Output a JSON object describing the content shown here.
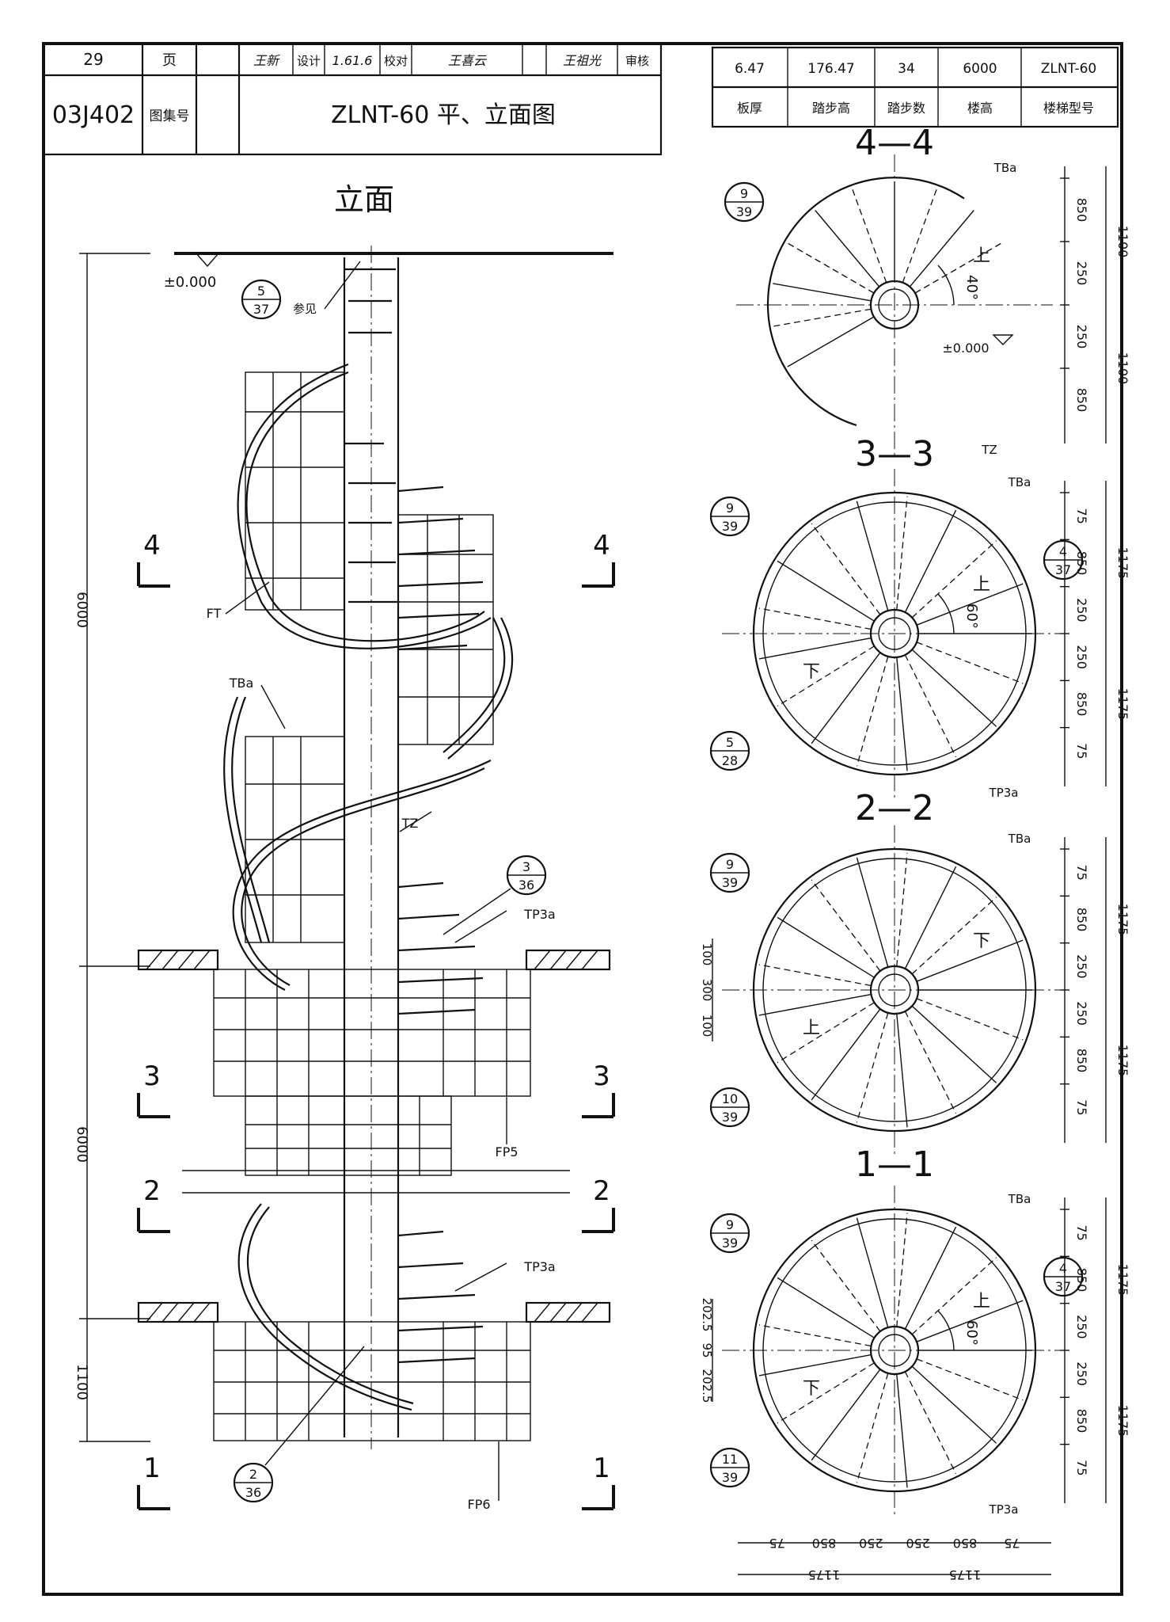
{
  "title_block": {
    "drawing_title": "ZLNT-60 平、立面图",
    "atlas_label": "图集号",
    "atlas_number": "03J402",
    "page_label": "页",
    "page_number": "29",
    "review_label": "审核",
    "check_label": "校对",
    "design_label": "设计",
    "signatures": [
      "王祖光",
      "王喜云",
      "1.61.6",
      "王新"
    ]
  },
  "spec_table": {
    "headers": [
      "楼梯型号",
      "楼高",
      "踏步数",
      "踏步高",
      "板厚"
    ],
    "row": [
      "ZLNT-60",
      "6000",
      "34",
      "176.47",
      "6.47"
    ]
  },
  "elevation": {
    "title": "立面",
    "level_mark": "±0.000",
    "ref_note": "参见",
    "dimensions": [
      "6000",
      "6000",
      "1100"
    ],
    "labels": [
      "FT",
      "TBa",
      "TZ",
      "TP3a",
      "FP5",
      "TP3a",
      "FP6"
    ],
    "section_marks": [
      "4",
      "4",
      "3",
      "3",
      "2",
      "2",
      "1",
      "1"
    ],
    "callouts": [
      {
        "top": "5",
        "bottom": "37"
      },
      {
        "top": "3",
        "bottom": "36"
      },
      {
        "top": "2",
        "bottom": "36"
      }
    ]
  },
  "plans": [
    {
      "title": "4—4",
      "angle": "40°",
      "arrow": "上",
      "labels": [
        "TBa",
        "TZ"
      ],
      "level_mark": "±0.000",
      "callouts": [
        {
          "top": "9",
          "bottom": "39"
        }
      ],
      "dims_right": [
        "850",
        "250",
        "250",
        "850"
      ],
      "dims_total": [
        "1100",
        "1100"
      ]
    },
    {
      "title": "3—3",
      "angle": "60°",
      "arrows": [
        "上",
        "下"
      ],
      "labels": [
        "TBa",
        "TP3a"
      ],
      "callouts": [
        {
          "top": "9",
          "bottom": "39"
        },
        {
          "top": "4",
          "bottom": "37"
        },
        {
          "top": "5",
          "bottom": "28"
        }
      ],
      "dims_right": [
        "75",
        "850",
        "250",
        "250",
        "850",
        "75"
      ],
      "dims_total": [
        "1175",
        "1175"
      ]
    },
    {
      "title": "2—2",
      "arrows": [
        "下",
        "上"
      ],
      "labels": [
        "TBa"
      ],
      "callouts": [
        {
          "top": "9",
          "bottom": "39"
        },
        {
          "top": "10",
          "bottom": "39"
        }
      ],
      "dims_left": [
        "100",
        "300",
        "100"
      ],
      "dims_right": [
        "75",
        "850",
        "250",
        "250",
        "850",
        "75"
      ],
      "dims_total": [
        "1175",
        "1175"
      ]
    },
    {
      "title": "1—1",
      "angle": "60°",
      "arrows": [
        "上",
        "下"
      ],
      "labels": [
        "TBa",
        "TP3a"
      ],
      "callouts": [
        {
          "top": "9",
          "bottom": "39"
        },
        {
          "top": "4",
          "bottom": "37"
        },
        {
          "top": "11",
          "bottom": "39"
        }
      ],
      "dims_left": [
        "202.5",
        "95",
        "202.5"
      ],
      "dims_right": [
        "75",
        "850",
        "250",
        "250",
        "850",
        "75"
      ],
      "dims_total": [
        "1175",
        "1175"
      ],
      "dims_bottom": [
        "75",
        "850",
        "250",
        "250",
        "850",
        "75"
      ],
      "dims_bottom_total": [
        "1175",
        "1175"
      ]
    }
  ]
}
